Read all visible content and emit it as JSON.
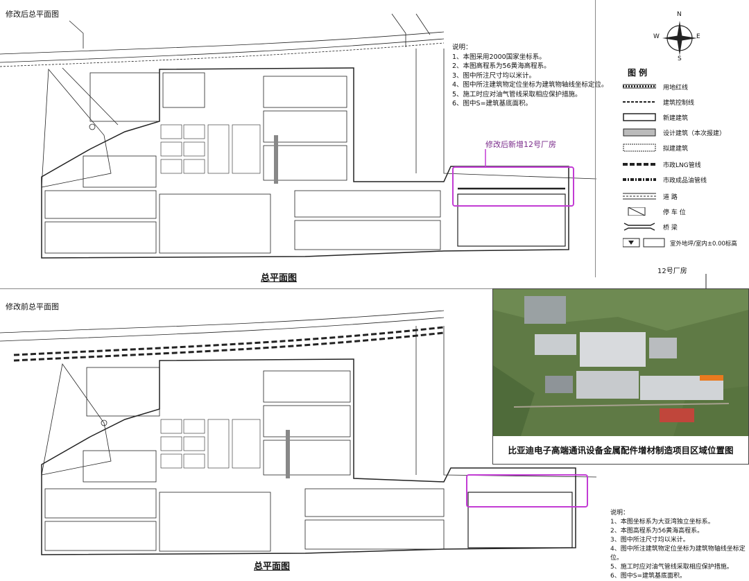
{
  "top_panel": {
    "heading": "修改后总平面图",
    "caption": "总平面图",
    "highlight_label": "修改后新增12号厂房",
    "notes_title": "说明：",
    "notes": [
      "1、本图采用2000国家坐标系。",
      "2、本图高程系为56黄海高程系。",
      "3、图中所注尺寸均以米计。",
      "4、图中所注建筑物定位坐标为建筑物轴线坐标定位。",
      "5、施工时应对油气管线采取相应保护措施。",
      "6、图中S=建筑基底面积。"
    ]
  },
  "compass": {
    "n": "N",
    "s": "S",
    "e": "E",
    "w": "W"
  },
  "legend": {
    "title": "图 例",
    "items": [
      {
        "label": "用地红线"
      },
      {
        "label": "建筑控制线"
      },
      {
        "label": "新建建筑"
      },
      {
        "label": "设计建筑（本次报建）"
      },
      {
        "label": "拟建建筑"
      },
      {
        "label": "市政LNG管线"
      },
      {
        "label": "市政成品油管线"
      },
      {
        "label": "道 路"
      },
      {
        "label": "停 车 位"
      },
      {
        "label": "桥 梁"
      }
    ],
    "elevation_label": "室外地坪/室内±0.00标高"
  },
  "location_map": {
    "pin_label": "12号厂房",
    "title": "比亚迪电子高端通讯设备金属配件增材制造项目区域位置图"
  },
  "bottom_panel": {
    "heading": "修改前总平面图",
    "caption": "总平面图",
    "notes_title": "说明：",
    "notes": [
      "1、本图坐标系为大亚湾独立坐标系。",
      "2、本图高程系为56黄海高程系。",
      "3、图中所注尺寸均以米计。",
      "4、图中所注建筑物定位坐标为建筑物轴线坐标定位。",
      "5、施工时应对油气管线采取相应保护措施。",
      "6、图中S=建筑基底面积。"
    ]
  },
  "colors": {
    "highlight": "#c23bd4",
    "line": "#222222"
  }
}
